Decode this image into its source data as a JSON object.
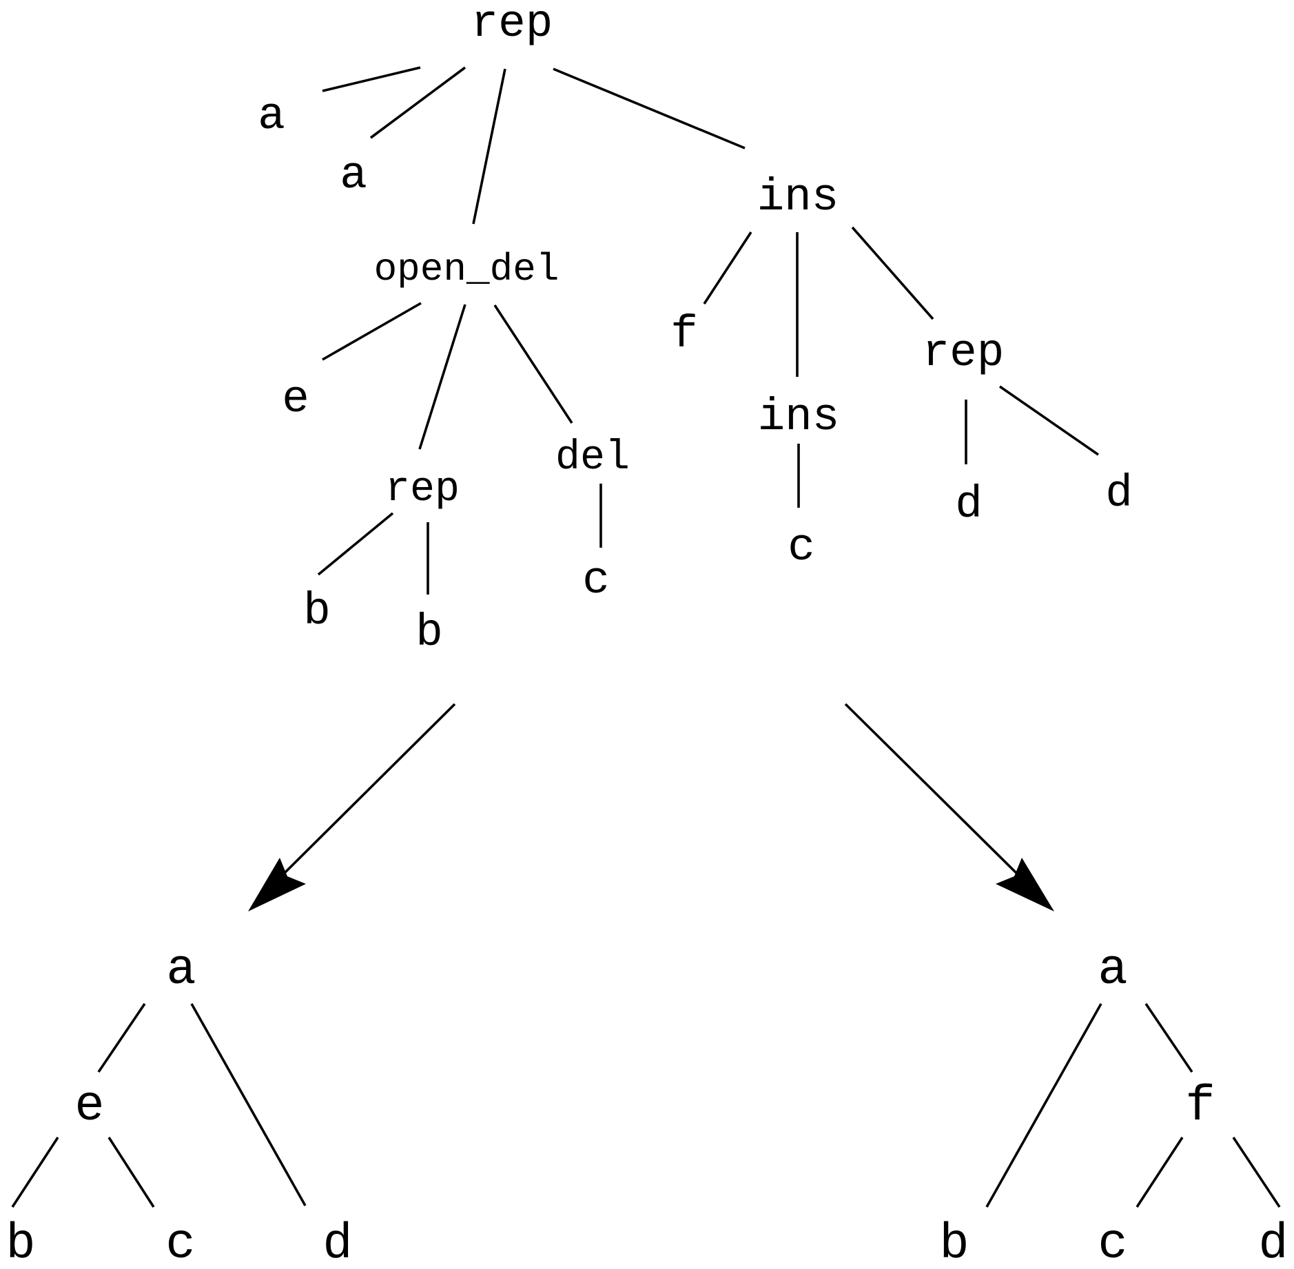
{
  "edit_script_tree": {
    "root": "rep",
    "nodes": {
      "n_rep_root": "rep",
      "n_a1": "a",
      "n_a2": "a",
      "n_open_del": "open_del",
      "n_ins_top": "ins",
      "n_e": "e",
      "n_rep_mid": "rep",
      "n_del": "del",
      "n_b1": "b",
      "n_b2": "b",
      "n_c_del": "c",
      "n_f": "f",
      "n_ins_mid": "ins",
      "n_rep_right": "rep",
      "n_c_ins": "c",
      "n_d1": "d",
      "n_d2": "d"
    },
    "edges": [
      [
        "n_rep_root",
        "n_a1"
      ],
      [
        "n_rep_root",
        "n_a2"
      ],
      [
        "n_rep_root",
        "n_open_del"
      ],
      [
        "n_rep_root",
        "n_ins_top"
      ],
      [
        "n_open_del",
        "n_e"
      ],
      [
        "n_open_del",
        "n_rep_mid"
      ],
      [
        "n_open_del",
        "n_del"
      ],
      [
        "n_rep_mid",
        "n_b1"
      ],
      [
        "n_rep_mid",
        "n_b2"
      ],
      [
        "n_del",
        "n_c_del"
      ],
      [
        "n_ins_top",
        "n_f"
      ],
      [
        "n_ins_top",
        "n_ins_mid"
      ],
      [
        "n_ins_top",
        "n_rep_right"
      ],
      [
        "n_ins_mid",
        "n_c_ins"
      ],
      [
        "n_rep_right",
        "n_d1"
      ],
      [
        "n_rep_right",
        "n_d2"
      ]
    ]
  },
  "source_tree": {
    "nodes": {
      "s_a": "a",
      "s_e": "e",
      "s_b": "b",
      "s_c": "c",
      "s_d": "d"
    },
    "edges": [
      [
        "s_a",
        "s_e"
      ],
      [
        "s_a",
        "s_d"
      ],
      [
        "s_e",
        "s_b"
      ],
      [
        "s_e",
        "s_c"
      ]
    ]
  },
  "target_tree": {
    "nodes": {
      "t_a": "a",
      "t_b": "b",
      "t_f": "f",
      "t_c": "c",
      "t_d": "d"
    },
    "edges": [
      [
        "t_a",
        "t_b"
      ],
      [
        "t_a",
        "t_f"
      ],
      [
        "t_f",
        "t_c"
      ],
      [
        "t_f",
        "t_d"
      ]
    ]
  },
  "arrows": [
    {
      "from": "edit_script_tree",
      "to": "source_tree"
    },
    {
      "from": "edit_script_tree",
      "to": "target_tree"
    }
  ]
}
